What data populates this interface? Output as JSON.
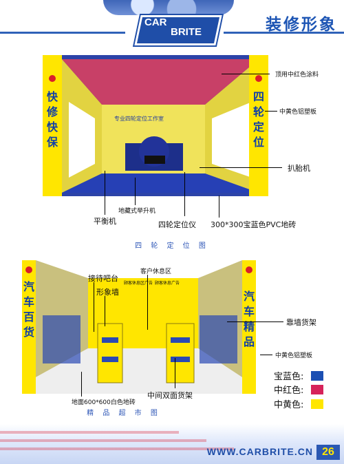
{
  "page": {
    "title": "装修形象",
    "url": "WWW.CARBRITE.CN",
    "page_number": "26"
  },
  "logo": {
    "line1": "CAR",
    "line2": "BRITE"
  },
  "figure1": {
    "caption": "四 轮 定 位 图",
    "sign_text": "专业四轮定位工作室",
    "left_pillar_text": "快修快保",
    "right_pillar_text": "四轮定位",
    "annotations": {
      "ceiling": "顶用中红色涂料",
      "side_panel": "中黄色铝塑板",
      "tire_remover": "扒胎机",
      "lift": "地藏式举升机",
      "balancer": "平衡机",
      "aligner": "四轮定位仪",
      "floor": "300*300宝蓝色PVC地砖"
    }
  },
  "figure2": {
    "caption": "精 品 超 市 图",
    "left_pillar_text": "汽车百货",
    "right_pillar_text": "汽车精品",
    "annotations": {
      "reception": "接待吧台",
      "image_wall": "形象墙",
      "lounge": "客户休息区",
      "wall_shelf": "靠墙货架",
      "side_panel": "中黄色铝塑板",
      "double_shelf": "中间双面货架",
      "floor": "地面600*600白色地砖",
      "small1": "顾客休息区广告",
      "small2": "顾客休息广告"
    }
  },
  "legend": [
    {
      "label": "宝蓝色:",
      "color": "#1c4fb3"
    },
    {
      "label": "中红色:",
      "color": "#d6235a"
    },
    {
      "label": "中黄色:",
      "color": "#ffe600"
    }
  ]
}
